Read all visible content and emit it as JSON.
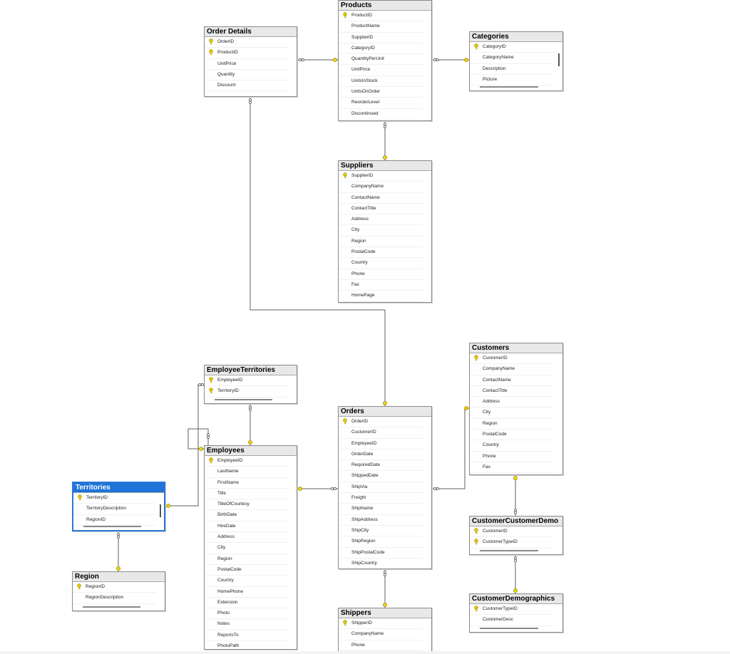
{
  "tables": [
    {
      "id": "order_details",
      "title": "Order Details",
      "columns": [
        {
          "name": "OrderID",
          "pk": true
        },
        {
          "name": "ProductID",
          "pk": true
        },
        {
          "name": "UnitPrice"
        },
        {
          "name": "Quantity"
        },
        {
          "name": "Discount"
        }
      ]
    },
    {
      "id": "products",
      "title": "Products",
      "columns": [
        {
          "name": "ProductID",
          "pk": true
        },
        {
          "name": "ProductName"
        },
        {
          "name": "SupplierID"
        },
        {
          "name": "CategoryID"
        },
        {
          "name": "QuantityPerUnit"
        },
        {
          "name": "UnitPrice"
        },
        {
          "name": "UnitsInStock"
        },
        {
          "name": "UnitsOnOrder"
        },
        {
          "name": "ReorderLevel"
        },
        {
          "name": "Discontinued"
        }
      ]
    },
    {
      "id": "categories",
      "title": "Categories",
      "columns": [
        {
          "name": "CategoryID",
          "pk": true
        },
        {
          "name": "CategoryName"
        },
        {
          "name": "Description"
        },
        {
          "name": "Picture"
        }
      ]
    },
    {
      "id": "suppliers",
      "title": "Suppliers",
      "columns": [
        {
          "name": "SupplierID",
          "pk": true
        },
        {
          "name": "CompanyName"
        },
        {
          "name": "ContactName"
        },
        {
          "name": "ContactTitle"
        },
        {
          "name": "Address"
        },
        {
          "name": "City"
        },
        {
          "name": "Region"
        },
        {
          "name": "PostalCode"
        },
        {
          "name": "Country"
        },
        {
          "name": "Phone"
        },
        {
          "name": "Fax"
        },
        {
          "name": "HomePage"
        }
      ]
    },
    {
      "id": "employee_territories",
      "title": "EmployeeTerritories",
      "columns": [
        {
          "name": "EmployeeID",
          "pk": true
        },
        {
          "name": "TerritoryID",
          "pk": true
        }
      ]
    },
    {
      "id": "employees",
      "title": "Employees",
      "columns": [
        {
          "name": "EmployeeID",
          "pk": true
        },
        {
          "name": "LastName"
        },
        {
          "name": "FirstName"
        },
        {
          "name": "Title"
        },
        {
          "name": "TitleOfCourtesy"
        },
        {
          "name": "BirthDate"
        },
        {
          "name": "HireDate"
        },
        {
          "name": "Address"
        },
        {
          "name": "City"
        },
        {
          "name": "Region"
        },
        {
          "name": "PostalCode"
        },
        {
          "name": "Country"
        },
        {
          "name": "HomePhone"
        },
        {
          "name": "Extension"
        },
        {
          "name": "Photo"
        },
        {
          "name": "Notes"
        },
        {
          "name": "ReportsTo"
        },
        {
          "name": "PhotoPath"
        }
      ]
    },
    {
      "id": "orders",
      "title": "Orders",
      "columns": [
        {
          "name": "OrderID",
          "pk": true
        },
        {
          "name": "CustomerID"
        },
        {
          "name": "EmployeeID"
        },
        {
          "name": "OrderDate"
        },
        {
          "name": "RequiredDate"
        },
        {
          "name": "ShippedDate"
        },
        {
          "name": "ShipVia"
        },
        {
          "name": "Freight"
        },
        {
          "name": "ShipName"
        },
        {
          "name": "ShipAddress"
        },
        {
          "name": "ShipCity"
        },
        {
          "name": "ShipRegion"
        },
        {
          "name": "ShipPostalCode"
        },
        {
          "name": "ShipCountry"
        }
      ]
    },
    {
      "id": "customers",
      "title": "Customers",
      "columns": [
        {
          "name": "CustomerID",
          "pk": true
        },
        {
          "name": "CompanyName"
        },
        {
          "name": "ContactName"
        },
        {
          "name": "ContactTitle"
        },
        {
          "name": "Address"
        },
        {
          "name": "City"
        },
        {
          "name": "Region"
        },
        {
          "name": "PostalCode"
        },
        {
          "name": "Country"
        },
        {
          "name": "Phone"
        },
        {
          "name": "Fax"
        }
      ]
    },
    {
      "id": "territories",
      "title": "Territories",
      "selected": true,
      "columns": [
        {
          "name": "TerritoryID",
          "pk": true
        },
        {
          "name": "TerritoryDescription"
        },
        {
          "name": "RegionID"
        }
      ]
    },
    {
      "id": "region",
      "title": "Region",
      "columns": [
        {
          "name": "RegionID",
          "pk": true
        },
        {
          "name": "RegionDescription"
        }
      ]
    },
    {
      "id": "customer_customer_demo",
      "title": "CustomerCustomerDemo",
      "columns": [
        {
          "name": "CustomerID",
          "pk": true
        },
        {
          "name": "CustomerTypeID",
          "pk": true
        }
      ]
    },
    {
      "id": "customer_demographics",
      "title": "CustomerDemographics",
      "columns": [
        {
          "name": "CustomerTypeID",
          "pk": true
        },
        {
          "name": "CustomerDesc"
        }
      ]
    },
    {
      "id": "shippers",
      "title": "Shippers",
      "columns": [
        {
          "name": "ShipperID",
          "pk": true
        },
        {
          "name": "CompanyName"
        },
        {
          "name": "Phone"
        }
      ]
    }
  ],
  "relationships": [
    {
      "from": "order_details",
      "to": "products"
    },
    {
      "from": "products",
      "to": "categories"
    },
    {
      "from": "products",
      "to": "suppliers"
    },
    {
      "from": "order_details",
      "to": "orders"
    },
    {
      "from": "employee_territories",
      "to": "employees"
    },
    {
      "from": "employee_territories",
      "to": "territories"
    },
    {
      "from": "employees",
      "to": "employees"
    },
    {
      "from": "orders",
      "to": "employees"
    },
    {
      "from": "orders",
      "to": "customers"
    },
    {
      "from": "territories",
      "to": "region"
    },
    {
      "from": "customer_customer_demo",
      "to": "customers"
    },
    {
      "from": "customer_customer_demo",
      "to": "customer_demographics"
    },
    {
      "from": "orders",
      "to": "shippers"
    }
  ],
  "colors": {
    "key": "#e8c800",
    "line": "#707070",
    "selected": "#1e74d8"
  }
}
